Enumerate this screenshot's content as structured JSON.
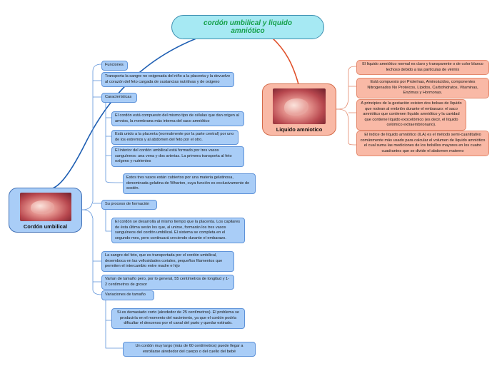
{
  "root": {
    "title": "cordón umbilical y liquido amniótico"
  },
  "main": {
    "cordon": {
      "label": "Cordón umbilical",
      "image": "fetus-photo"
    },
    "liquido": {
      "label": "Liquido amniotico",
      "image": "fetus-photo"
    }
  },
  "cordon_nodes": {
    "funciones": "Funciones",
    "transporta": "Transporta la sangre no oxigenada del niño a la placenta y la devuelve al corazón del feto cargada de sustancias nutritivas y de oxigeno",
    "caracteristicas": "Características",
    "c1": "El cordón está compuesto del mismo tipo de células que dan origen al amnios, la membrana más interna del saco amniótico",
    "c2": "Está unido a la placenta (normalmente por la parte central) por uno de los extremos y al abdomen del feto por el otro.",
    "c3": "El interior del cordón umbilical está formado por tres vasos sanguíneos: una vena y dos arterias. La primera transporta al feto oxígeno y nutrientes",
    "c4": "Estos tres vasos están cubiertos por una materia gelatinosa, denominada gelatina de Wharton, cuya función es exclusivamente de sostén.",
    "formacion": "Su proceso de formación",
    "f1": "El cordón se desarrolla al mismo tiempo que la placenta. Los capilares de ésta última serán los que, al unirse, formarán los tres vasos sanguíneos del cordón umbilical. El sistema se completa en el segundo mes, pero continuará creciendo durante el embarazo.",
    "sangre": "La sangre del feto, que es transportada por el cordón umbilical, desemboca en las vellosidades coriales, pequeños filamentos que permiten el intercambio entre madre e hijo",
    "varian": "Varían de tamaño pero, por lo general, 55 centímetros de longitud y 1-2 centímetros de grosor",
    "variaciones": "Variaciones de tamaño",
    "v1": "Si es demasiado corto (alrededor de 25 centímetros). El problema se produciría en el momento del nacimiento, ya que el cordón podría dificultar el descenso por el canal del parto y quedar estirado.",
    "v2": "Un cordón muy largo (más de 60 centímetros) puede llegar a enrollarse alrededor del cuerpo o del cuello del bebé"
  },
  "liquido_nodes": {
    "l1": "El liquido amniótico normal es claro y transparente o de color blanco lechoso debido a las partículas de vérmix",
    "l2": "Está compuesto por Proteínas, Aminoácidos, componentes Nitrogenados No Proteicos, Lípidos, Carbohidratos, Vitaminas, Enzimas y Hormonas.",
    "l3": "A principios de la gestación existen dos bolsas de líquido que rodean al embrión durante el embarazo: el saco amniótico que contienen líquido amniótico y la cavidad que contiene líquido exocelómico (es decir, el líquido celómico extraembrionario).",
    "l4": "El índice de líquido amniótico (ILA) es el método semi-cuantitativo comúnmente más usado para calcular el volumen de líquido amniótico el cual suma las mediciones de los bolsillos mayores en los cuatro cuadrantes que se divide el abdomen materno"
  },
  "colors": {
    "blue_fill": "#a9cdf7",
    "blue_border": "#5f93d9",
    "blue_link": "#1f5fb3",
    "salmon_fill": "#f9b9a6",
    "salmon_border": "#e48a6e",
    "salmon_link": "#e0502a",
    "root_fill": "#a6e9f3",
    "root_text": "#15a04a"
  }
}
